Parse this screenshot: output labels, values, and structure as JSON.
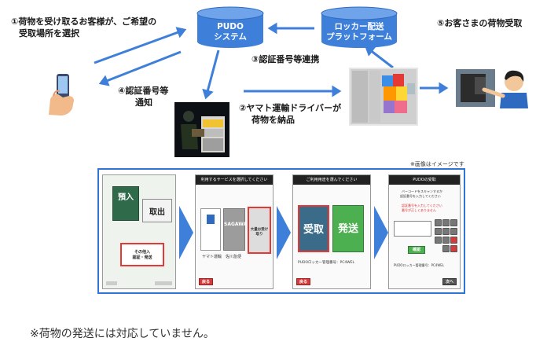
{
  "steps": {
    "s1_line1": "①荷物を受け取るお客様が、ご希望の",
    "s1_line2": "受取場所を選択",
    "s2_line1": "②ヤマト運輸ドライバーが",
    "s2_line2": "荷物を納品",
    "s3": "③認証番号等連携",
    "s4_line1": "④認証番号等",
    "s4_line2": "通知",
    "s5": "⑤お客さまの荷物受取"
  },
  "systems": {
    "pudo_line1": "PUDO",
    "pudo_line2": "システム",
    "platform_line1": "ロッカー配送",
    "platform_line2": "プラットフォーム"
  },
  "image_note": "※画像はイメージです",
  "screens": {
    "s1": {
      "tile_deposit": "預入",
      "tile_receive": "取出",
      "tile_other_line1": "その他入",
      "tile_other_line2": "認証・発送"
    },
    "s2": {
      "header": "利用するサービスを選択してください",
      "brand": "SAGAWA",
      "tile_selected": "大量お受け取り",
      "caption_left": "ヤマト運輸",
      "caption_mid": "佐川急便",
      "back": "戻る"
    },
    "s3": {
      "header": "ご利用用途を選んでください",
      "receive": "受取",
      "send": "発送",
      "footer": "PUDOロッカー管理番号：PC4WEL",
      "back": "戻る"
    },
    "s4": {
      "header": "PUDOの受取",
      "instr_line1": "バーコードをスキャンするか",
      "instr_line2": "認証番号を入力してください",
      "warn_line1": "認証番号を入力してください",
      "warn_line2": "番号が正しくありません",
      "confirm": "確認",
      "footer": "PUDOロッカー管理番号：PC4WEL",
      "next": "次へ"
    }
  },
  "footnote": "※荷物の発送には対応していません。"
}
